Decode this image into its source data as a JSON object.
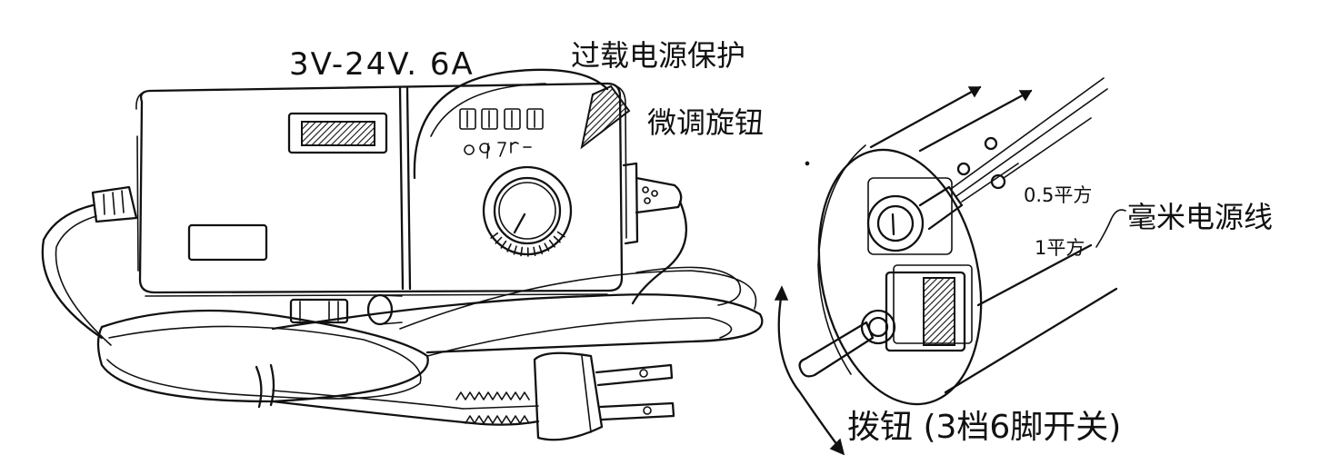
{
  "colors": {
    "ink": "#111111",
    "paper": "#ffffff"
  },
  "annotations": {
    "voltage_spec": "3V-24V. 6A",
    "overload_protection": "过载电源保护",
    "fine_tune_knob": "微调旋钮",
    "wire_gauge_small": "0.5平方",
    "wire_gauge_large": "1平方",
    "power_cable": "毫米电源线",
    "toggle_switch": "拨钮 (3档6脚开关)"
  },
  "icons": [
    "power-supply-icon",
    "knob-icon",
    "plug-icon",
    "toggle-switch-icon",
    "socket-icon"
  ]
}
